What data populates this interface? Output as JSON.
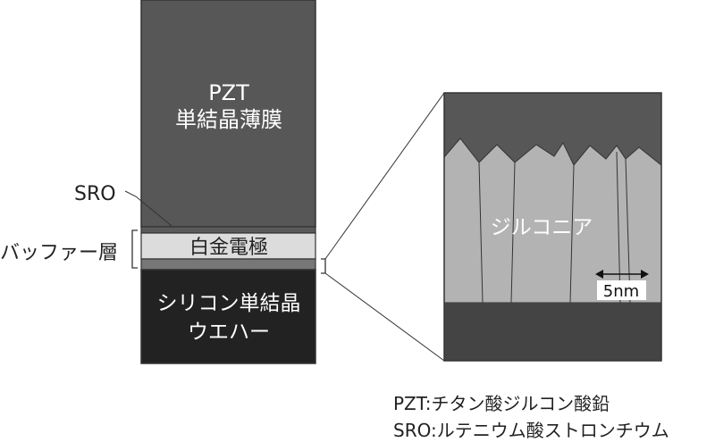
{
  "colors": {
    "pzt": "#575757",
    "sro": "#5a5a5a",
    "platinum": "#dcdcdc",
    "zirconia_layer": "#777777",
    "silicon": "#222222",
    "zoom_top": "#575757",
    "zoom_grains": "#b3b3b3",
    "zoom_bottom": "#444444",
    "stroke": "#333333",
    "light_text": "#ffffff"
  },
  "stack": {
    "pzt_line1": "PZT",
    "pzt_line2": "単結晶薄膜",
    "platinum_label": "白金電極",
    "silicon_line1": "シリコン単結晶",
    "silicon_line2": "ウエハー"
  },
  "labels": {
    "sro": "SRO",
    "buffer": "バッファー層"
  },
  "zoom": {
    "material": "ジルコニア",
    "scale": "5nm"
  },
  "legend": {
    "line1": "PZT:チタン酸ジルコン酸鉛",
    "line2": "SRO:ルテニウム酸ストロンチウム"
  }
}
